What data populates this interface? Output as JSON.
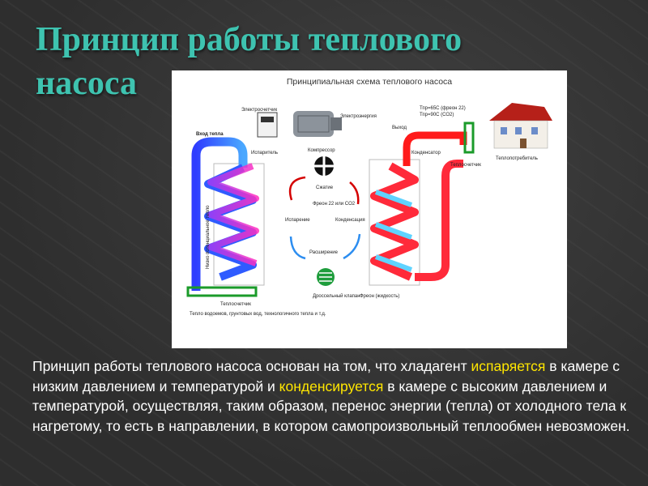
{
  "slide": {
    "title_line1": "Принцип работы теплового",
    "title_line2": "насоса"
  },
  "diagram": {
    "heading": "Принципиальная схема теплового насоса",
    "labels": {
      "heat_in": "Вход тепла",
      "electric_meter": "Электросчетчик",
      "electric_energy": "Электроэнергия",
      "compressor": "Компрессор",
      "evaporator": "Испаритель",
      "low_potential": "Низко потенциальное тепло",
      "compression": "Сжатие",
      "refrigerant": "Фреон 22 или CO2",
      "evaporation": "Испарение",
      "condensation": "Конденсация",
      "expansion": "Расширение",
      "heat_meter_left": "Теплосчетчик",
      "heat_source": "Тепло водоемов, грунтовых вод, технологичного тепла и т.д.",
      "throttle_valve": "Дроссельный клапан",
      "freon_liquid": "Фреон (жидкость)",
      "condenser": "Конденсатор",
      "output": "Выход",
      "temps_line1": "Тпр=65С (фреон 22)",
      "temps_line2": "Тпр=90С (СО2)",
      "heat_consumer": "Теплопотребитель",
      "heat_meter_right": "Теплосчетчик"
    }
  },
  "caption": {
    "part1": "Принцип работы теплового насоса основан на том, что хладагент ",
    "highlight1": "испаряется",
    "part2": " в камере с низким давлением и температурой и ",
    "highlight2": "конденсируется",
    "part3": " в камере с высоким давлением и температурой, осуществляя, таким образом, перенос энергии (тепла) от холодного тела к нагретому, то есть в направлении, в котором самопроизвольный теплообмен невозможен."
  },
  "colors": {
    "title": "#3ec3b0",
    "highlight": "#ffe600",
    "cold": "#3a5bff",
    "warm": "#ff2d6d",
    "hot": "#ff1a1a",
    "violet": "#b02cf0"
  },
  "icons": [
    "compressor-icon",
    "expansion-valve-icon",
    "electric-meter-icon",
    "house-icon",
    "circular-arrow-icon"
  ]
}
